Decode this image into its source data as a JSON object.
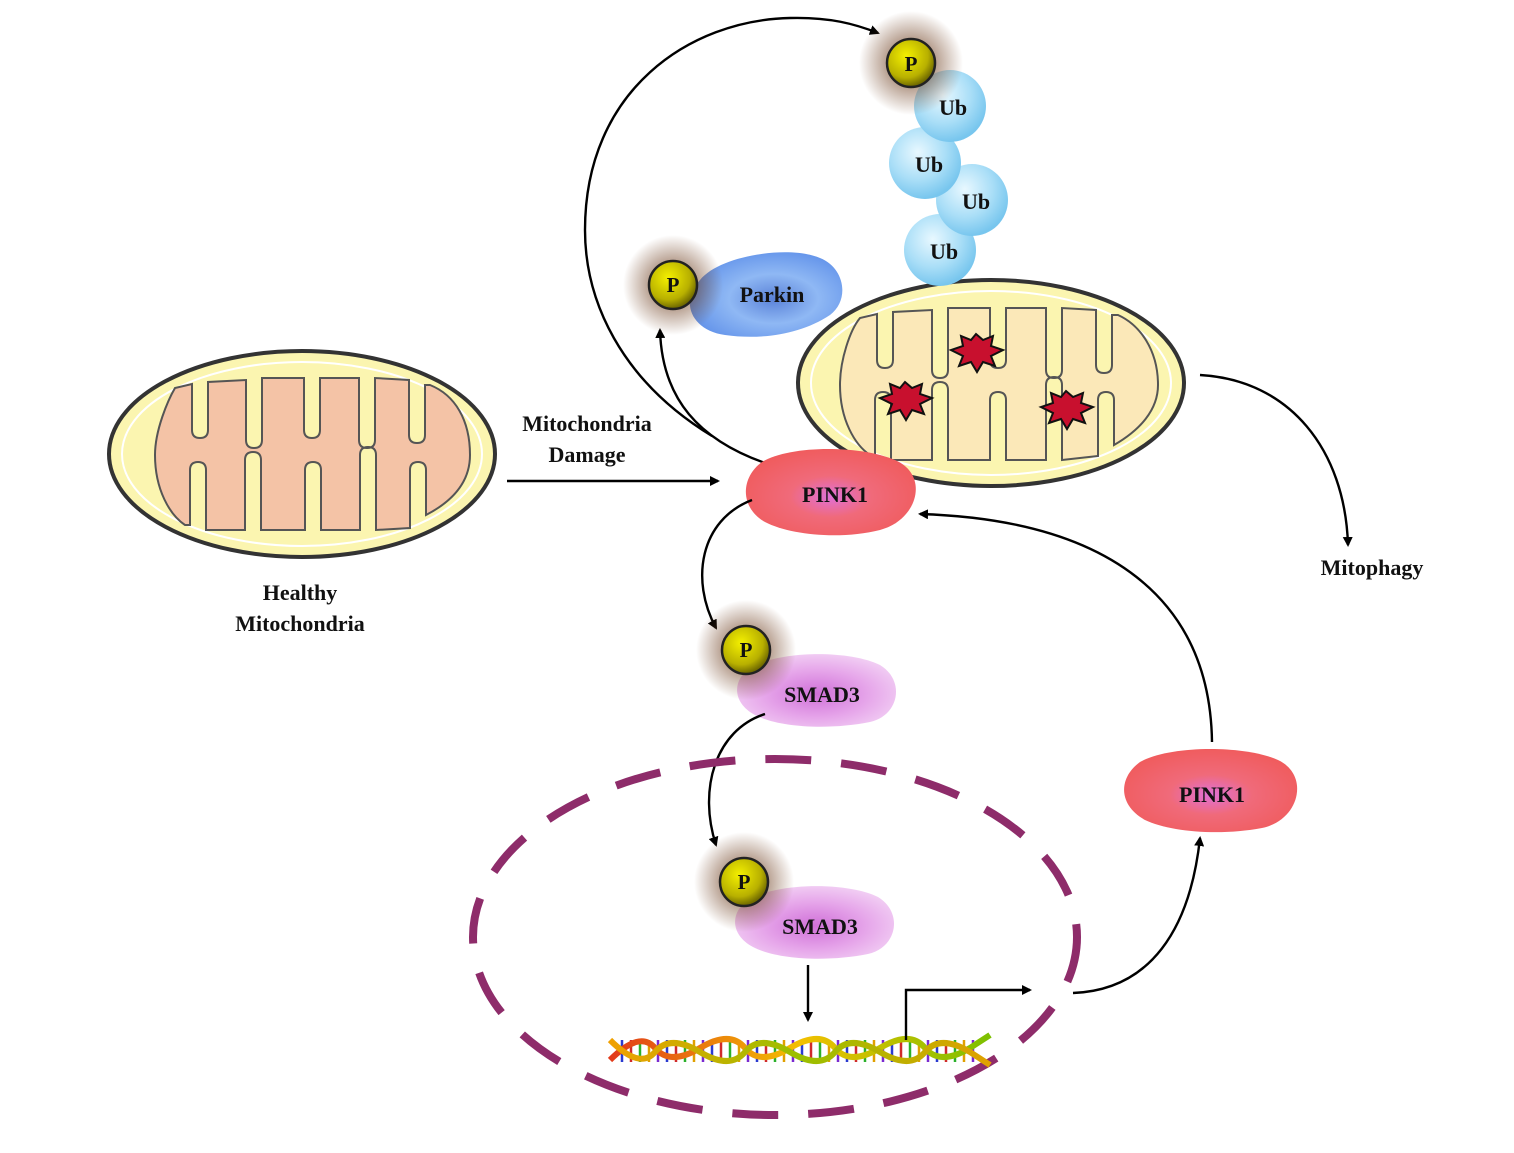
{
  "labels": {
    "healthy_line1": "Healthy",
    "healthy_line2": "Mitochondria",
    "damage_line1": "Mitochondria",
    "damage_line2": "Damage",
    "mitophagy": "Mitophagy"
  },
  "proteins": {
    "pink1_top": "PINK1",
    "pink1_right": "PINK1",
    "parkin": "Parkin",
    "smad3_cyto": "SMAD3",
    "smad3_nuc": "SMAD3",
    "phospho": "P",
    "ubiquitin": "Ub"
  },
  "colors": {
    "pink1": "#f25a5a",
    "parkin": "#4f86e8",
    "smad3": "#d98be0",
    "ubiquitin": "#8fd3f4",
    "phospho": "#6b6b00",
    "nucleus_border": "#8e2c6a",
    "mito_outer": "#fbf5b0",
    "mito_healthy_inner": "#f4c3a6",
    "mito_damaged_inner": "#fbe8b8",
    "damage_star": "#c8102e"
  }
}
